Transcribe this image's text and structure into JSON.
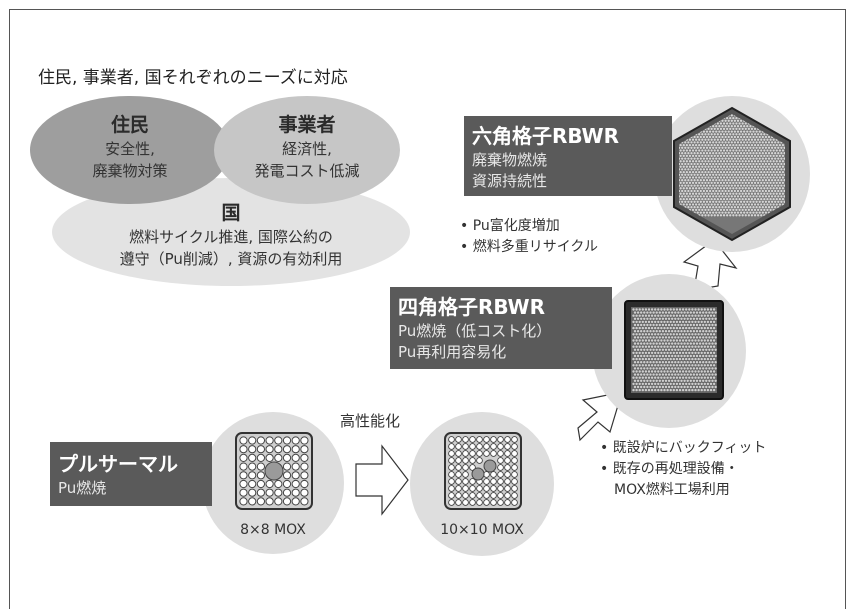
{
  "heading": "住民, 事業者, 国それぞれのニーズに対応",
  "stakeholders": {
    "residents": {
      "title": "住民",
      "lines": [
        "安全性,",
        "廃棄物対策"
      ]
    },
    "operators": {
      "title": "事業者",
      "lines": [
        "経済性,",
        "発電コスト低減"
      ]
    },
    "nation": {
      "title": "国",
      "lines": [
        "燃料サイクル推進, 国際公約の",
        "遵守（Pu削減）, 資源の有効利用"
      ]
    }
  },
  "stages": {
    "pluthermal": {
      "title": "プルサーマル",
      "subtitle": "Pu燃焼",
      "assembly_label": "8×8 MOX"
    },
    "upgrade_label": "高性能化",
    "tenbyten": {
      "assembly_label": "10×10 MOX"
    },
    "square_rbwr": {
      "title": "四角格子RBWR",
      "lines": [
        "Pu燃焼（低コスト化）",
        "Pu再利用容易化"
      ]
    },
    "hex_rbwr": {
      "title": "六角格子RBWR",
      "lines": [
        "廃棄物燃焼",
        "資源持続性"
      ]
    }
  },
  "notes": {
    "hex_notes": [
      "• Pu富化度増加",
      "• 燃料多重リサイクル"
    ],
    "square_notes": [
      "• 既設炉にバックフィット",
      "• 既存の再処理設備・",
      "　MOX燃料工場利用"
    ]
  }
}
